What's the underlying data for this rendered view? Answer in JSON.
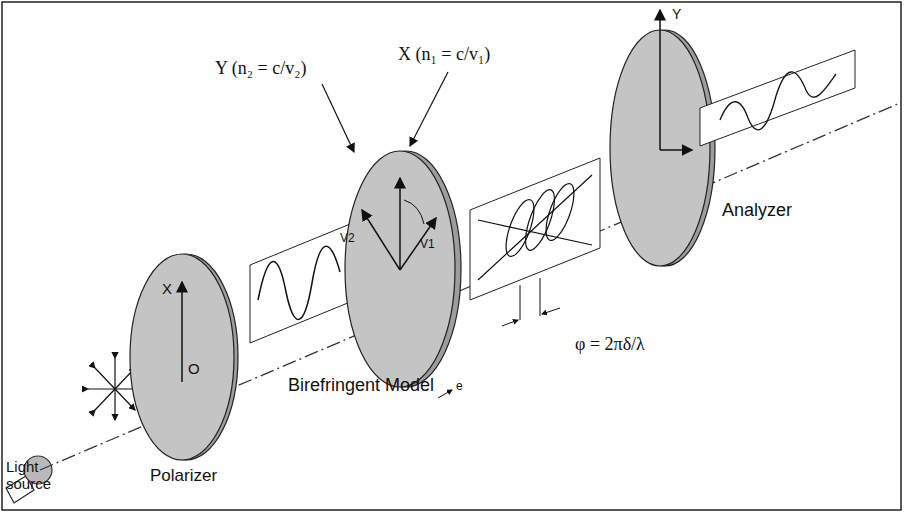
{
  "diagram": {
    "labels": [
      "Light source",
      "Polarizer",
      "X",
      "O",
      "Birefringent Model",
      "Y (n₂ = c/v₂)",
      "X (n₁ = c/v₁)",
      "V2",
      "V1",
      "e",
      "Y",
      "Analyzer",
      "φ = 2πδ/λ"
    ]
  }
}
